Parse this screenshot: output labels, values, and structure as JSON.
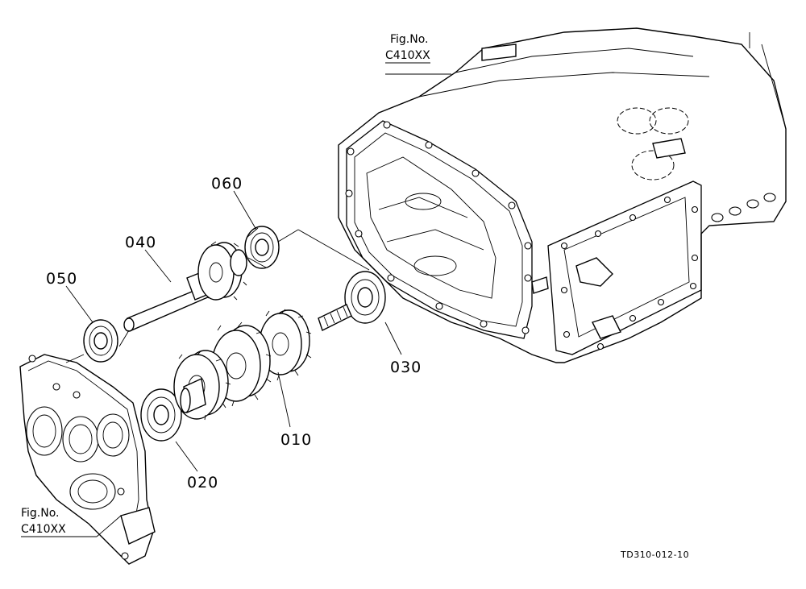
{
  "figure_refs": {
    "top": {
      "line1": "Fig.No.",
      "line2": "C410XX"
    },
    "bottom": {
      "line1": "Fig.No.",
      "line2": "C410XX"
    }
  },
  "callouts": {
    "p010": "010",
    "p020": "020",
    "p030": "030",
    "p040": "040",
    "p050": "050",
    "p060": "060"
  },
  "drawing_code": "TD310-012-10"
}
